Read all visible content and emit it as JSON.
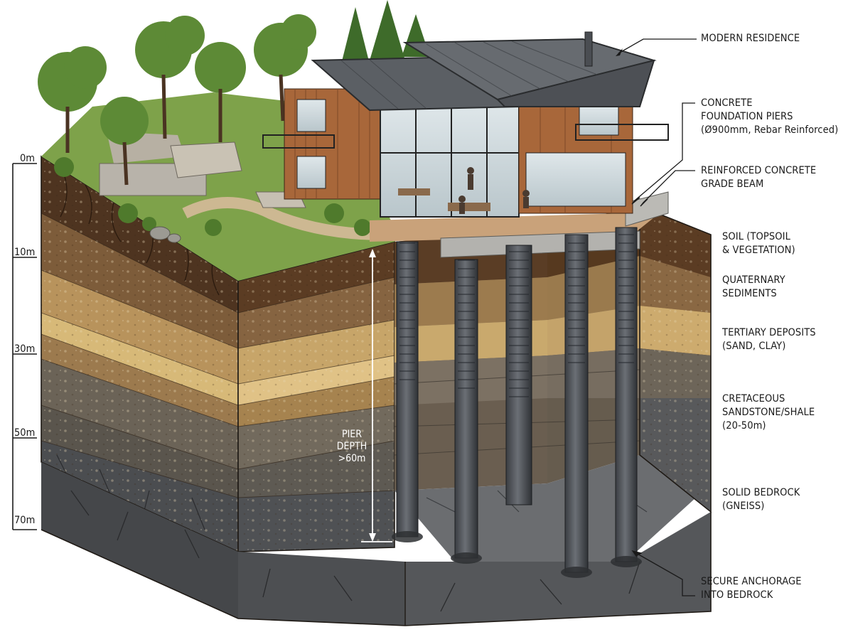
{
  "scale_ticks": [
    "0m",
    "10m",
    "30m",
    "50m",
    "70m"
  ],
  "pier_depth": [
    "PIER",
    "DEPTH",
    ">60m"
  ],
  "callouts": {
    "residence": [
      "MODERN RESIDENCE"
    ],
    "piers": [
      "CONCRETE",
      "FOUNDATION PIERS",
      "(Ø900mm, Rebar Reinforced)"
    ],
    "grade_beam": [
      "REINFORCED CONCRETE",
      "GRADE BEAM"
    ],
    "soil": [
      "SOIL (TOPSOIL",
      "& VEGETATION)"
    ],
    "quaternary": [
      "QUATERNARY",
      "SEDIMENTS"
    ],
    "tertiary": [
      "TERTIARY DEPOSITS",
      "(SAND, CLAY)"
    ],
    "cretaceous": [
      "CRETACEOUS",
      "SANDSTONE/SHALE",
      "(20-50m)"
    ],
    "bedrock": [
      "SOLID BEDROCK",
      "(GNEISS)"
    ],
    "anchorage": [
      "SECURE ANCHORAGE",
      "INTO BEDROCK"
    ]
  },
  "colors": {
    "topsoil": "#5a3a22",
    "quaternary": "#8a6a45",
    "tertiary": "#c9a46a",
    "cretaceous": "#6e6558",
    "bedrock": "#55575a",
    "grass": "#6e9a3e",
    "wood": "#a8673a",
    "roof": "#55595e",
    "concrete": "#a9a9a6",
    "pier": "#4a4d52"
  }
}
